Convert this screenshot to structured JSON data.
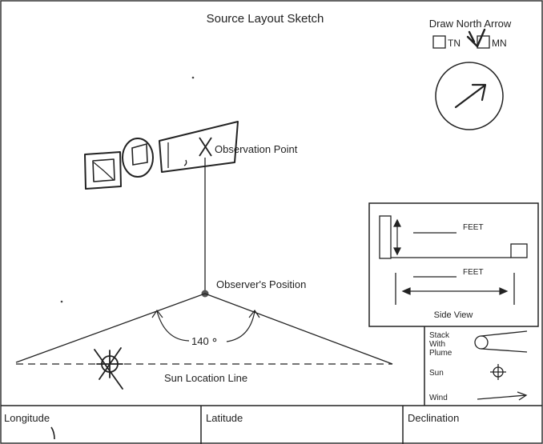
{
  "title": "Source Layout Sketch",
  "north_arrow": {
    "heading": "Draw North Arrow",
    "option_tn": "TN",
    "option_mn": "MN",
    "selected": "MN"
  },
  "labels": {
    "observation_point": "Observation Point",
    "observers_position": "Observer's Position",
    "angle": "140",
    "sun_line": "Sun Location Line"
  },
  "side_view": {
    "feet_top": "FEET",
    "feet_bottom": "FEET",
    "caption": "Side View"
  },
  "legend": {
    "stack_label_1": "Stack",
    "stack_label_2": "With",
    "stack_label_3": "Plume",
    "sun_label": "Sun",
    "wind_label": "Wind"
  },
  "footer": {
    "longitude_label": "Longitude",
    "latitude_label": "Latitude",
    "declination_label": "Declination"
  }
}
